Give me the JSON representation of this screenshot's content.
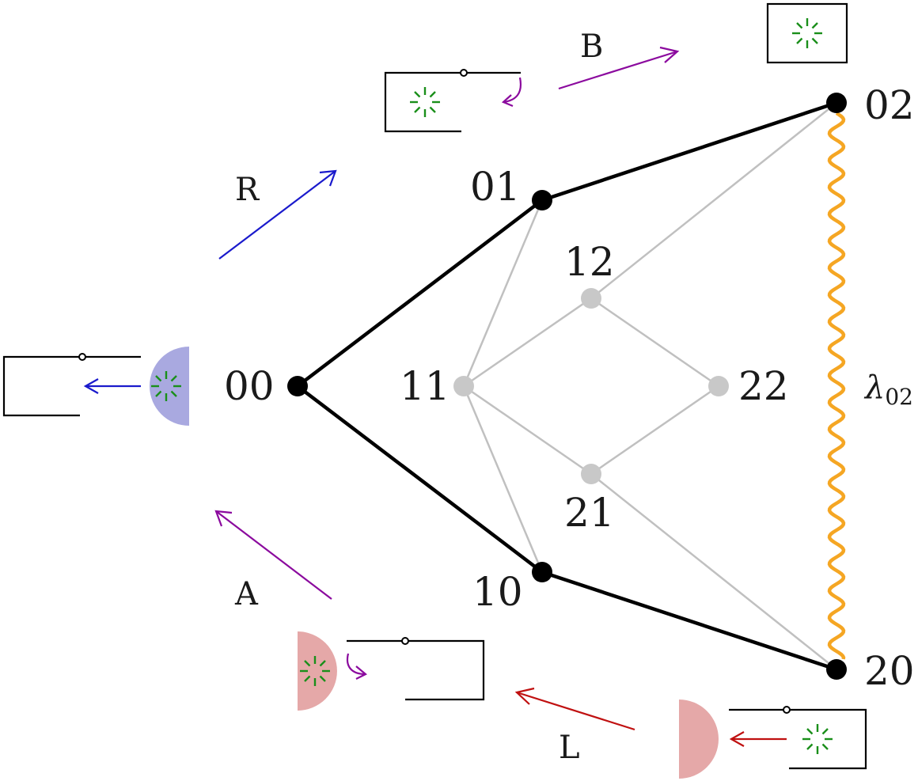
{
  "diagram": {
    "nodes": [
      {
        "id": "00",
        "label": "00",
        "state": "black"
      },
      {
        "id": "01",
        "label": "01",
        "state": "black"
      },
      {
        "id": "02",
        "label": "02",
        "state": "black"
      },
      {
        "id": "10",
        "label": "10",
        "state": "black"
      },
      {
        "id": "20",
        "label": "20",
        "state": "black"
      },
      {
        "id": "11",
        "label": "11",
        "state": "grey"
      },
      {
        "id": "12",
        "label": "12",
        "state": "grey"
      },
      {
        "id": "21",
        "label": "21",
        "state": "grey"
      },
      {
        "id": "22",
        "label": "22",
        "state": "grey"
      }
    ],
    "edges_bold": [
      [
        "00",
        "01"
      ],
      [
        "01",
        "02"
      ],
      [
        "00",
        "10"
      ],
      [
        "10",
        "20"
      ]
    ],
    "edges_light": [
      [
        "01",
        "11"
      ],
      [
        "10",
        "11"
      ],
      [
        "11",
        "12"
      ],
      [
        "11",
        "21"
      ],
      [
        "12",
        "22"
      ],
      [
        "21",
        "22"
      ],
      [
        "12",
        "02"
      ],
      [
        "21",
        "20"
      ]
    ],
    "wavy_link": {
      "from": "02",
      "to": "20",
      "label": "λ",
      "subscript": "02",
      "color": "#f5a623"
    },
    "process_arrows": [
      {
        "id": "R",
        "label": "R",
        "color": "#1a1acc"
      },
      {
        "id": "B",
        "label": "B",
        "color": "#8b0a9e"
      },
      {
        "id": "A",
        "label": "A",
        "color": "#8b0a9e"
      },
      {
        "id": "L",
        "label": "L",
        "color": "#c01010"
      }
    ],
    "colors": {
      "bold_edge": "#000000",
      "light_edge": "#c0c0c0",
      "grey_node": "#c8c8c8",
      "star": "#1a8f1a",
      "detector_blue": "#a9a9e0",
      "detector_red": "#e5a8a8"
    },
    "icons": [
      "star-burst-icon",
      "switch-circuit-icon",
      "detector-half-disc-icon"
    ]
  }
}
